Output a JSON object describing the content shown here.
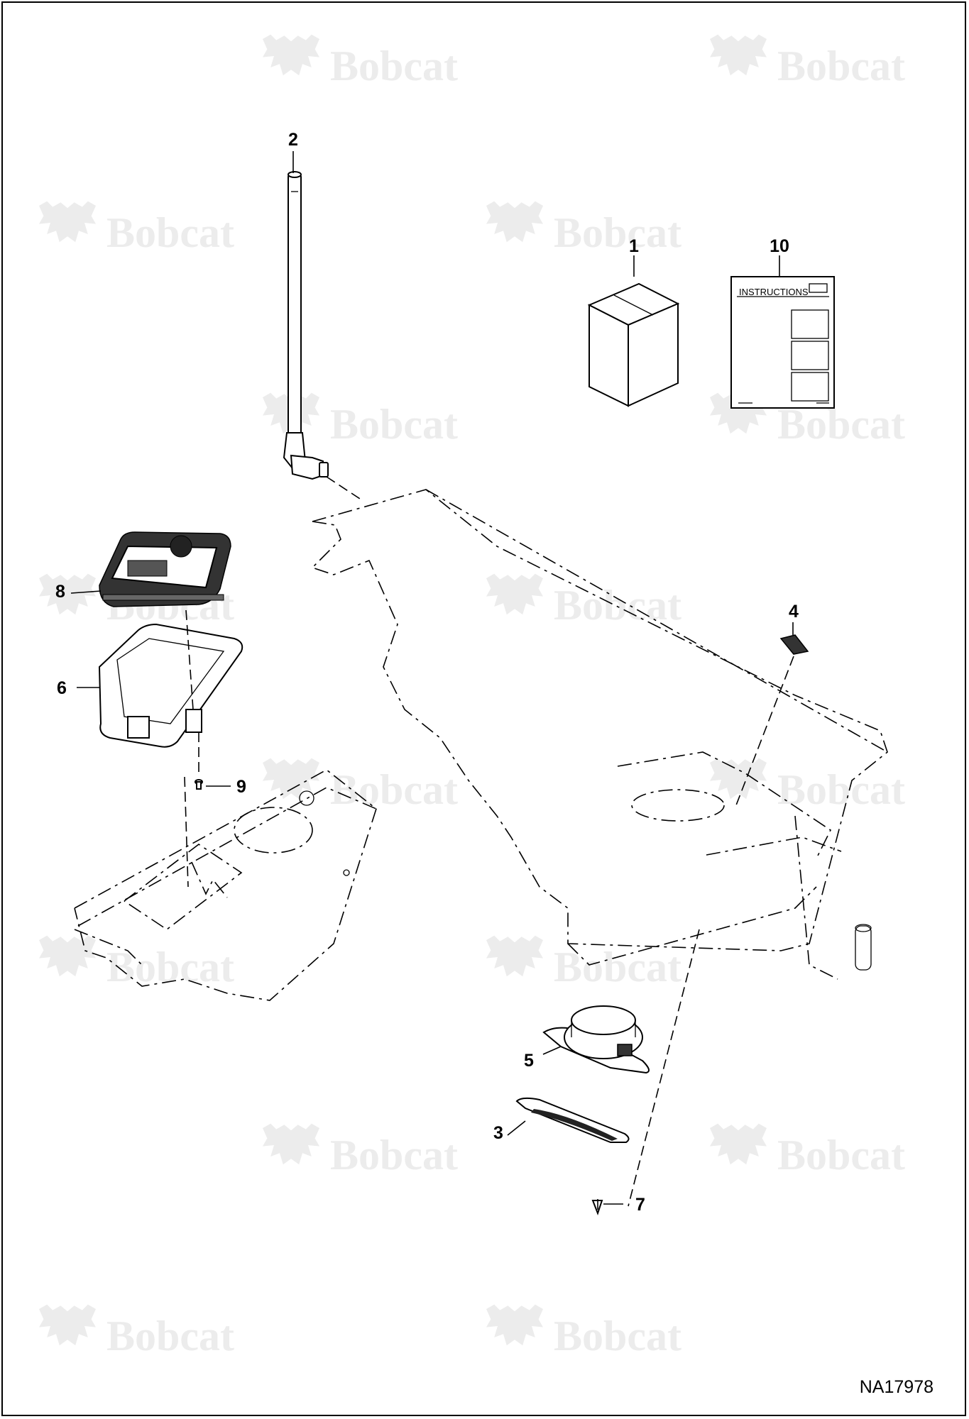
{
  "watermark": {
    "brand": "Bobcat",
    "icon": "bobcat-logo-icon"
  },
  "callouts": [
    {
      "id": "1",
      "label": "1"
    },
    {
      "id": "2",
      "label": "2"
    },
    {
      "id": "3",
      "label": "3"
    },
    {
      "id": "4",
      "label": "4"
    },
    {
      "id": "5",
      "label": "5"
    },
    {
      "id": "6",
      "label": "6"
    },
    {
      "id": "7",
      "label": "7"
    },
    {
      "id": "8",
      "label": "8"
    },
    {
      "id": "9",
      "label": "9"
    },
    {
      "id": "10",
      "label": "10"
    }
  ],
  "instructions_sheet": {
    "title": "INSTRUCTIONS"
  },
  "drawing_number": "NA17978",
  "colors": {
    "line": "#000000",
    "watermark": "#ececec",
    "background": "#ffffff"
  }
}
